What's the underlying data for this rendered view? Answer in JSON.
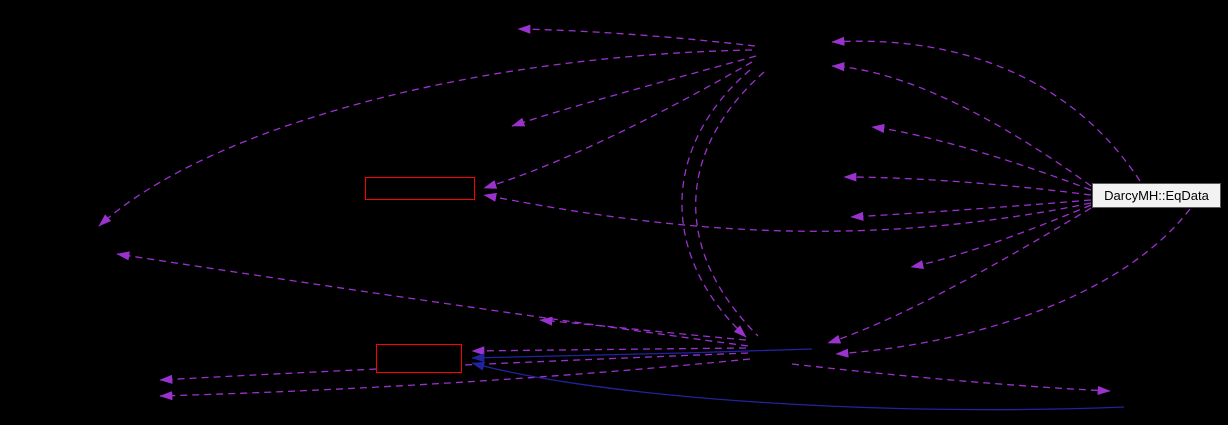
{
  "diagram": {
    "type": "collaboration-graph",
    "background_color": "#000000",
    "edge_style": {
      "dashed_color": "#9a32cd",
      "solid_color": "#23239f",
      "dashed_meaning": "usage-edge",
      "solid_meaning": "inheritance-edge"
    },
    "nodes": {
      "eqdata": {
        "label": "DarcyMH::EqData",
        "background": "#f2f2f2",
        "text_color": "#000000",
        "border_color": "#5a5a5a"
      },
      "red_box_1": {
        "label": "",
        "background": "#000000",
        "border_color": "#ff0000"
      },
      "red_box_2": {
        "label": "",
        "background": "#000000",
        "border_color": "#ff0000"
      }
    }
  }
}
